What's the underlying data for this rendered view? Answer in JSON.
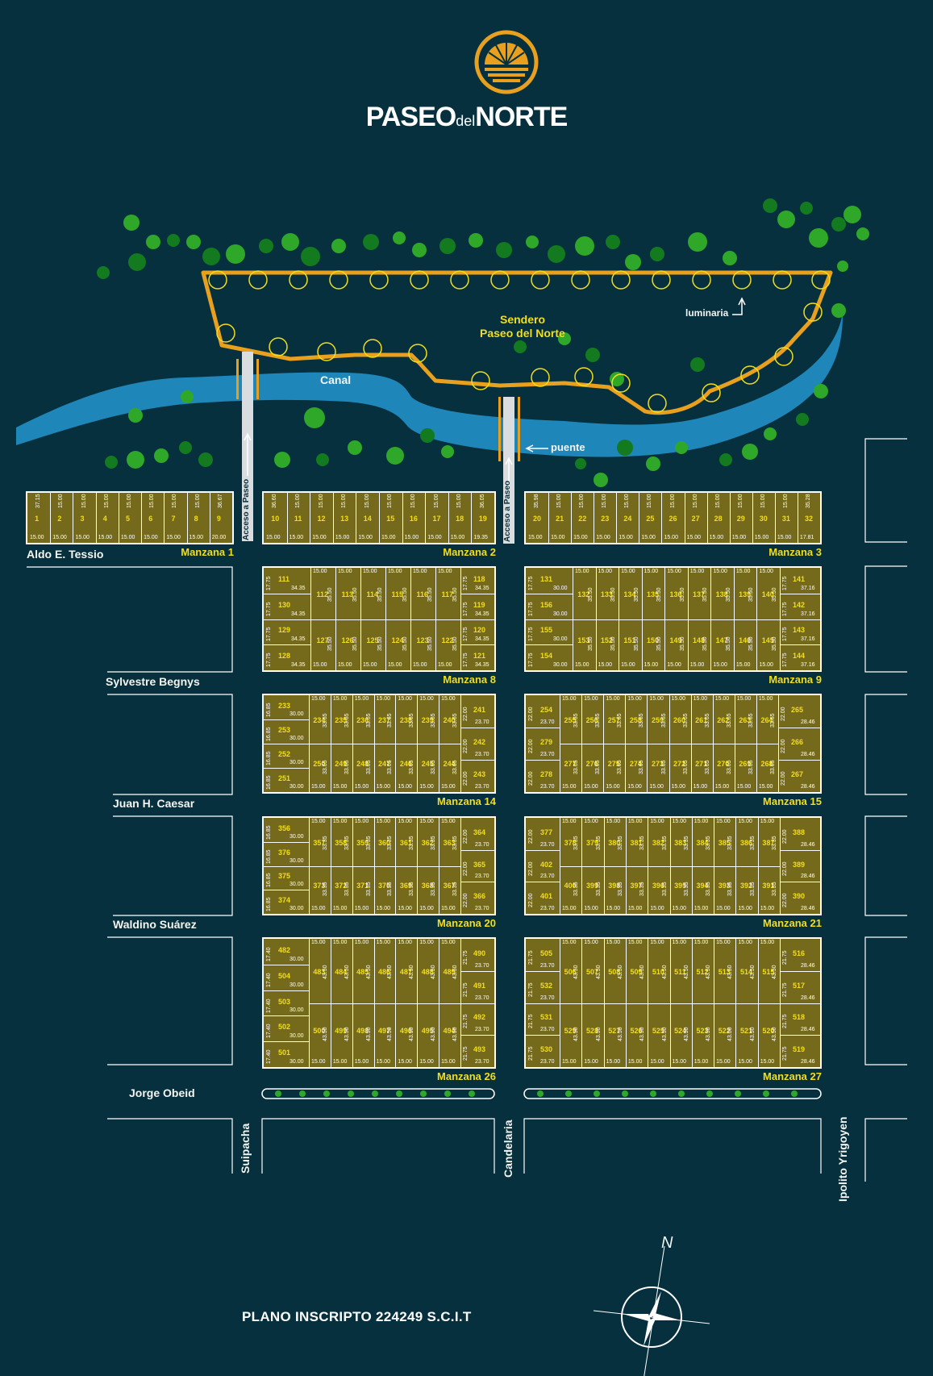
{
  "brand": {
    "name_part1": "PASEO",
    "name_part2": "del",
    "name_part3": "NORTE"
  },
  "labels": {
    "sendero_line1": "Sendero",
    "sendero_line2": "Paseo del Norte",
    "luminaria": "luminaria",
    "canal": "Canal",
    "puente": "puente",
    "acceso1": "Acceso a Paseo",
    "acceso2": "Acceso a Paseo",
    "north": "N"
  },
  "streets": {
    "horizontal": [
      "Aldo E. Tessio",
      "Sylvestre Begnys",
      "Juan H. Caesar",
      "Waldino Suárez",
      "Jorge Obeid"
    ],
    "vertical": [
      "Suipacha",
      "Candelaria",
      "Ipolito Yrigoyen"
    ]
  },
  "manzanas": [
    "Manzana 1",
    "Manzana 2",
    "Manzana 3",
    "Manzana 8",
    "Manzana 9",
    "Manzana 14",
    "Manzana 15",
    "Manzana 20",
    "Manzana 21",
    "Manzana 26",
    "Manzana 27"
  ],
  "lots": {
    "m1": [
      "1",
      "2",
      "3",
      "4",
      "5",
      "6",
      "7",
      "8",
      "9"
    ],
    "m2": [
      "10",
      "11",
      "12",
      "13",
      "14",
      "15",
      "16",
      "17",
      "18",
      "19"
    ],
    "m3": [
      "20",
      "21",
      "22",
      "23",
      "24",
      "25",
      "26",
      "27",
      "28",
      "29",
      "30",
      "31",
      "32"
    ],
    "m8_left": [
      "111",
      "130",
      "129",
      "128"
    ],
    "m8_mid_row1": [
      "112",
      "113",
      "114",
      "115",
      "116",
      "117"
    ],
    "m8_mid_row2": [
      "127",
      "126",
      "125",
      "124",
      "123",
      "122"
    ],
    "m8_right": [
      "118",
      "119",
      "120",
      "121"
    ],
    "m9_left": [
      "131",
      "156",
      "155",
      "154"
    ],
    "m9_mid_row1": [
      "132",
      "133",
      "134",
      "135",
      "136",
      "137",
      "138",
      "139",
      "140"
    ],
    "m9_mid_row2": [
      "153",
      "152",
      "151",
      "150",
      "149",
      "148",
      "147",
      "146",
      "145"
    ],
    "m9_right": [
      "141",
      "142",
      "143",
      "144"
    ],
    "m14_left": [
      "233",
      "253",
      "252",
      "251"
    ],
    "m14_mid_row1": [
      "234",
      "235",
      "236",
      "237",
      "238",
      "239",
      "240"
    ],
    "m14_mid_row2": [
      "250",
      "249",
      "248",
      "247",
      "246",
      "245",
      "244"
    ],
    "m14_right": [
      "241",
      "242",
      "243"
    ],
    "m15_left": [
      "254",
      "279",
      "278"
    ],
    "m15_mid_row1": [
      "255",
      "256",
      "257",
      "258",
      "259",
      "260",
      "261",
      "262",
      "263",
      "264"
    ],
    "m15_mid_row2": [
      "277",
      "276",
      "275",
      "274",
      "273",
      "272",
      "271",
      "270",
      "269",
      "268"
    ],
    "m15_right": [
      "265",
      "266",
      "267"
    ],
    "m20_left": [
      "356",
      "376",
      "375",
      "374"
    ],
    "m20_mid_row1": [
      "357",
      "358",
      "359",
      "360",
      "361",
      "362",
      "363"
    ],
    "m20_mid_row2": [
      "373",
      "372",
      "371",
      "370",
      "369",
      "368",
      "367"
    ],
    "m20_right": [
      "364",
      "365",
      "366"
    ],
    "m21_left": [
      "377",
      "402",
      "401"
    ],
    "m21_mid_row1": [
      "378",
      "379",
      "380",
      "381",
      "382",
      "383",
      "384",
      "385",
      "386",
      "387"
    ],
    "m21_mid_row2": [
      "400",
      "399",
      "398",
      "397",
      "396",
      "395",
      "394",
      "393",
      "392",
      "391"
    ],
    "m21_right": [
      "388",
      "389",
      "390"
    ],
    "m26_left": [
      "482",
      "504",
      "503",
      "502",
      "501"
    ],
    "m26_mid_row1": [
      "483",
      "484",
      "485",
      "486",
      "487",
      "488",
      "489"
    ],
    "m26_mid_row2": [
      "500",
      "499",
      "498",
      "497",
      "496",
      "495",
      "494"
    ],
    "m26_right": [
      "490",
      "491",
      "492",
      "493"
    ],
    "m27_left": [
      "505",
      "532",
      "531",
      "530"
    ],
    "m27_mid_row1": [
      "506",
      "507",
      "508",
      "509",
      "510",
      "511",
      "512",
      "513",
      "514",
      "515"
    ],
    "m27_mid_row2": [
      "529",
      "528",
      "527",
      "526",
      "525",
      "524",
      "523",
      "522",
      "521",
      "520"
    ],
    "m27_right": [
      "516",
      "517",
      "518",
      "519"
    ]
  },
  "dims": {
    "w15": "15.00",
    "m1_first": "37.15",
    "m1_last_width": "20.00",
    "m2_first": "36.60",
    "m2_last": "36.05",
    "m2_end_width": "19.35",
    "m3_first": "35.98",
    "m3_last": "35.28",
    "m3_end_width": "17.81",
    "d3435": "34.35",
    "d3000": "30.00",
    "d3550": "35.50",
    "d1775": "17.75",
    "d3716": "37.16",
    "d3365": "33.65",
    "d3335": "33.35",
    "d2370": "23.70",
    "d2846": "28.46",
    "d2200": "22.00",
    "d4350": "43.50",
    "d2175": "21.75",
    "d1740": "17.40"
  },
  "footer": "PLANO INSCRIPTO 224249 S.C.I.T",
  "colors": {
    "background": "#06303d",
    "lot_fill": "#756a1c",
    "lot_number": "#f2dd1f",
    "path": "#e8a01e",
    "canal": "#1e86b8",
    "tree": "#2fa82a",
    "tree_dark": "#137a1f"
  }
}
